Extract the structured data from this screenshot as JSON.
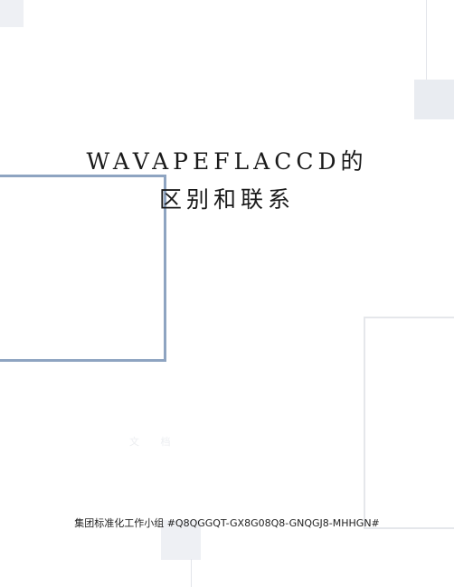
{
  "cover": {
    "title_line1": "WAVAPEFLACCD的",
    "title_line2": "区别和联系",
    "faint_text": "文 档",
    "org_line": "集团标准化工作小组 #Q8QGGQT-GX8G08Q8-GNQGJ8-MHHGN#"
  },
  "colors": {
    "frame_accent": "#8ea4c1",
    "frame_light": "#e5e7eb",
    "square_fill": "#eef0f4",
    "text": "#1a1a1a"
  }
}
